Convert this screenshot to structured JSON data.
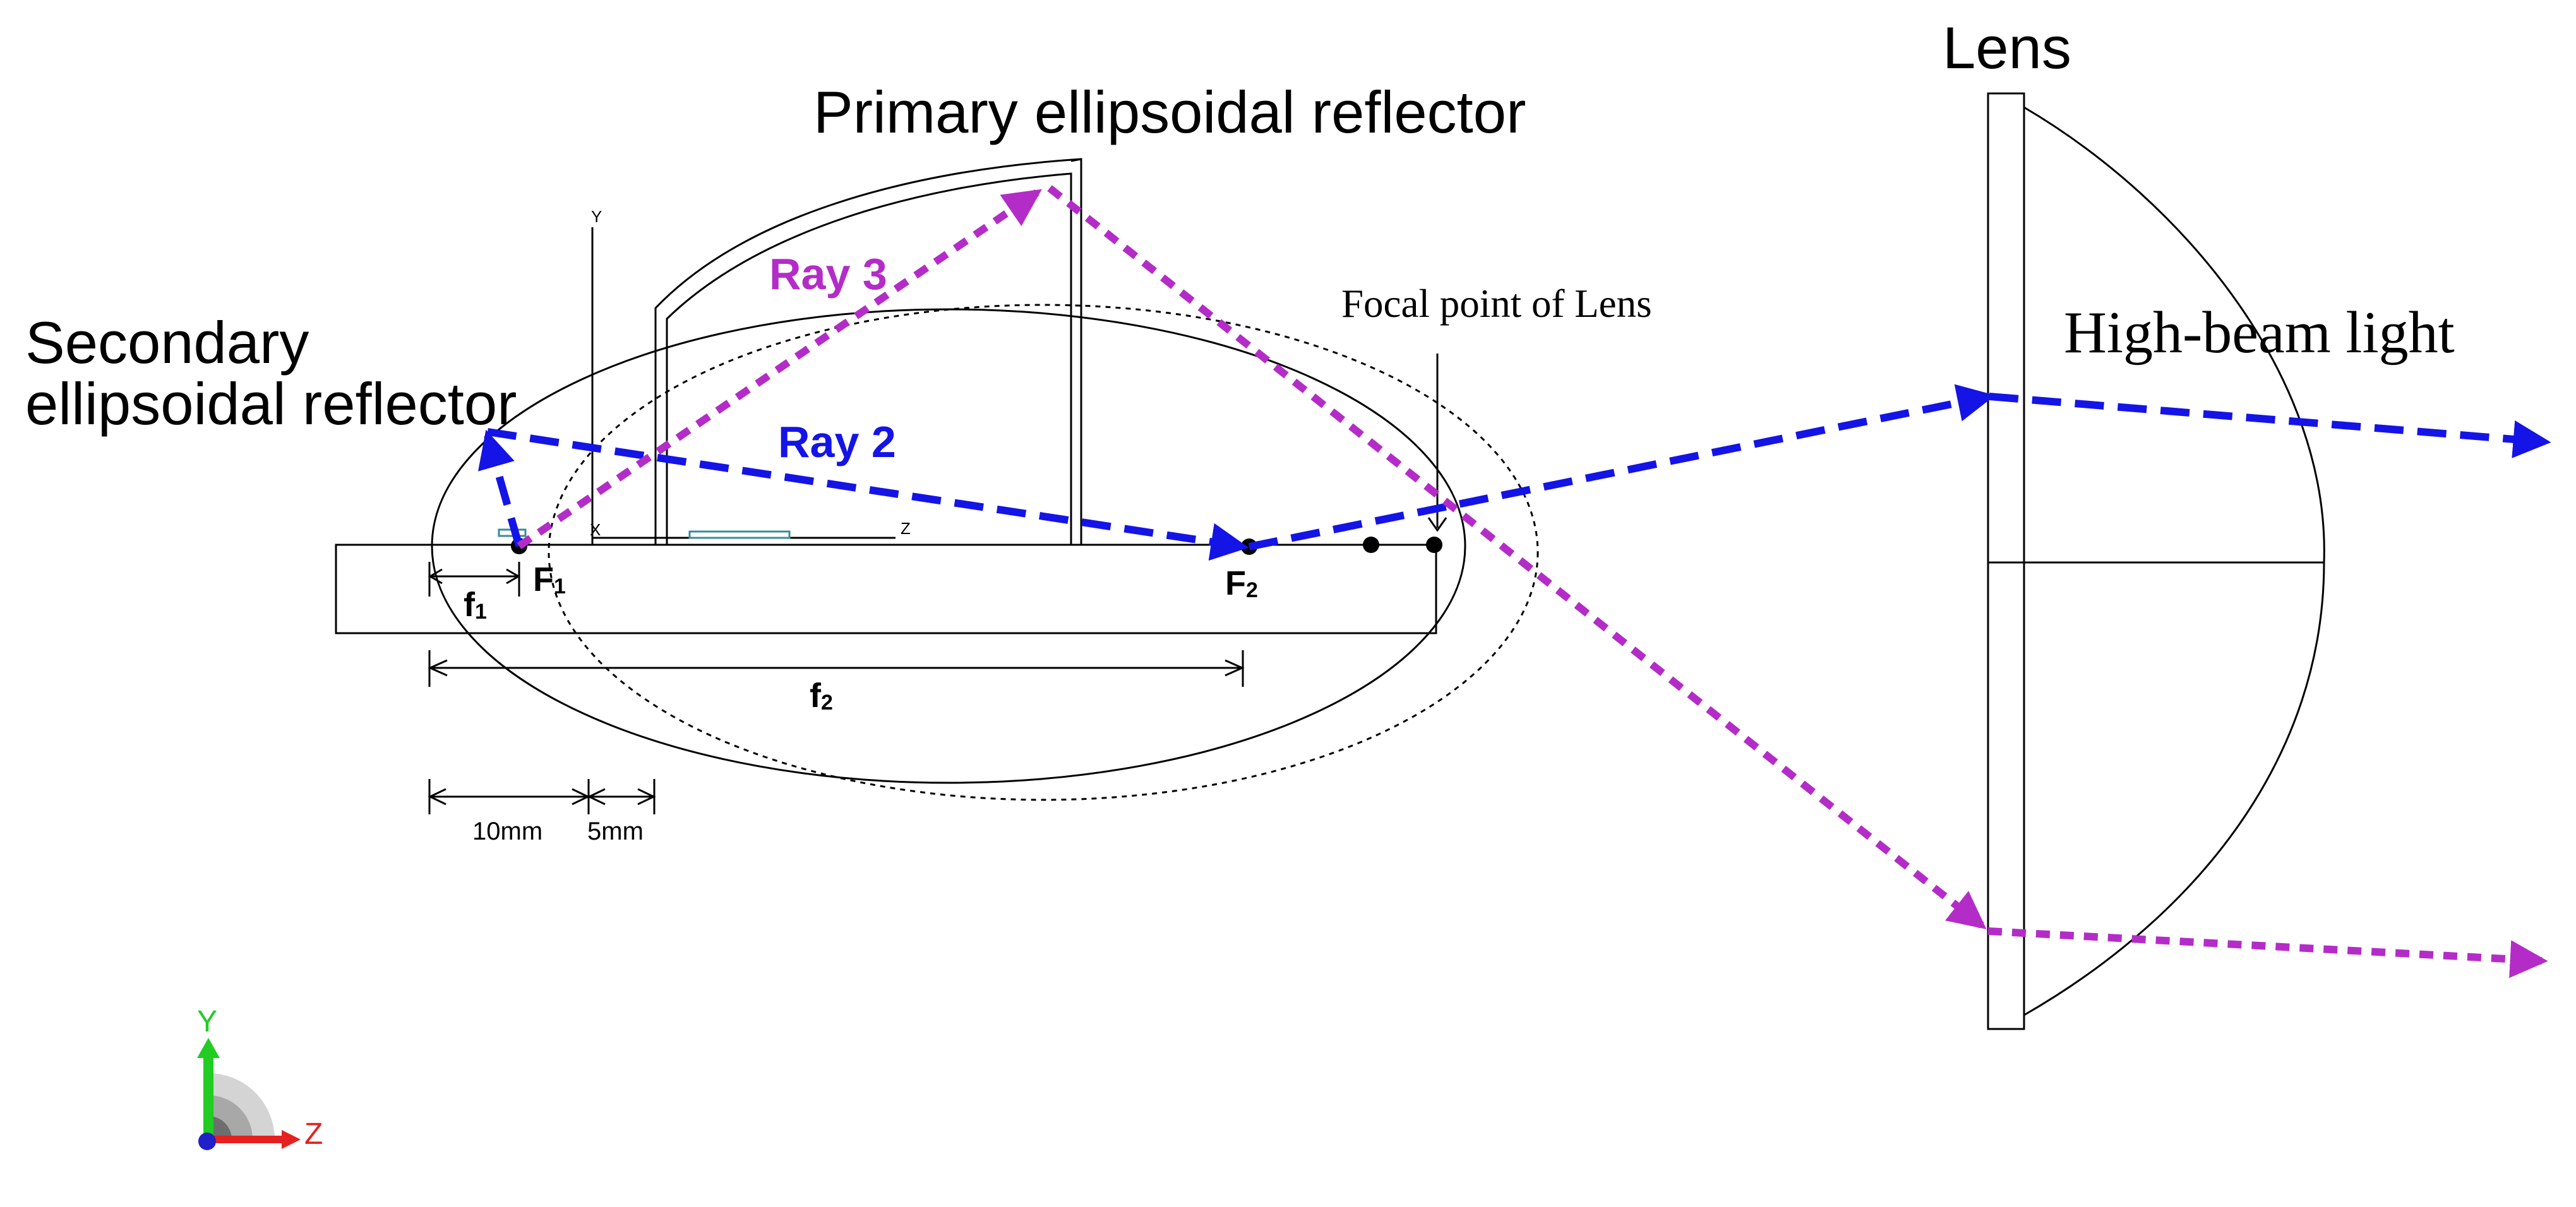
{
  "labels": {
    "primary_reflector": "Primary ellipsoidal reflector",
    "secondary_reflector_line1": "Secondary",
    "secondary_reflector_line2": "ellipsoidal reflector",
    "lens": "Lens",
    "focal_point_of_lens": "Focal point of Lens",
    "high_beam_light": "High-beam light",
    "ray2": "Ray 2",
    "ray3": "Ray 3",
    "f1_point_main": "F",
    "f1_point_sub": "1",
    "f2_point_main": "F",
    "f2_point_sub": "2",
    "f1_dim_main": "f",
    "f1_dim_sub": "1",
    "f2_dim_main": "f",
    "f2_dim_sub": "2",
    "dim_10mm": "10mm",
    "dim_5mm": "5mm",
    "axis_y_small": "Y",
    "axis_z_small": "Z",
    "axis_x_small": "X",
    "triad_y": "Y",
    "triad_z": "Z"
  },
  "colors": {
    "ray2": "#1414e6",
    "ray3": "#b42cc8",
    "triad_y": "#22cc22",
    "triad_z": "#e62020",
    "triad_x": "#2020c8",
    "geometry": "#000000"
  }
}
